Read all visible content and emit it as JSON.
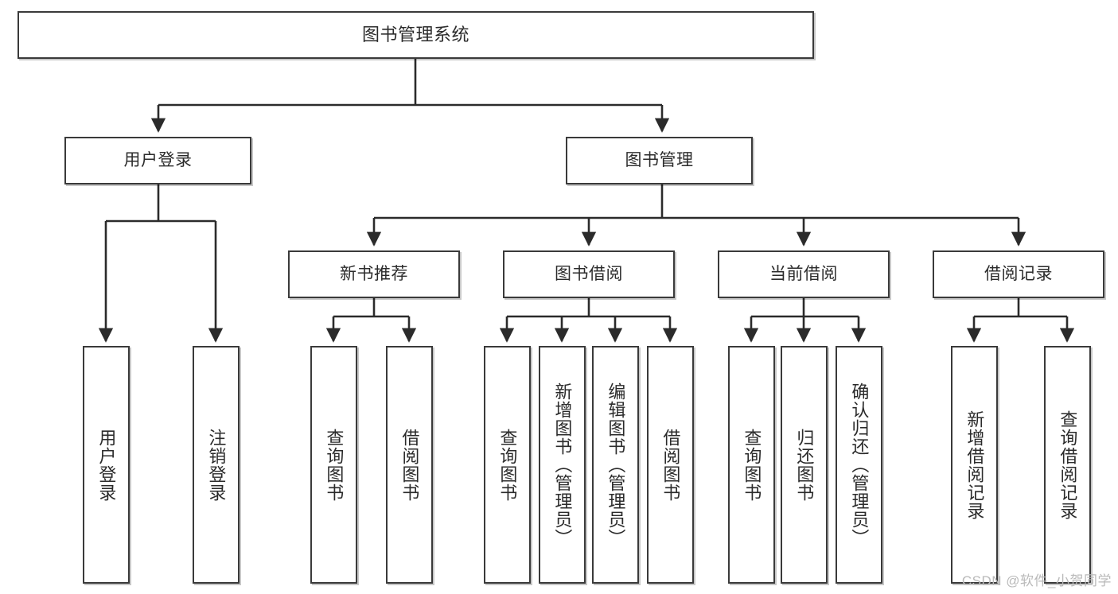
{
  "diagram": {
    "type": "tree",
    "title": "图书管理系统",
    "orientation": "top-down",
    "colors": {
      "box_border": "#3a3a3a",
      "box_fill": "#ffffff",
      "connector": "#2b2b2b",
      "text": "#2b2b2b",
      "watermark": "#b9b9b9"
    },
    "root": {
      "label": "图书管理系统"
    },
    "level2": [
      {
        "label": "用户登录"
      },
      {
        "label": "图书管理"
      }
    ],
    "level3": [
      {
        "label": "新书推荐"
      },
      {
        "label": "图书借阅"
      },
      {
        "label": "当前借阅"
      },
      {
        "label": "借阅记录"
      }
    ],
    "leaves": {
      "user_login": [
        {
          "label": "用户登录"
        },
        {
          "label": "注销登录"
        }
      ],
      "new_book_recommend": [
        {
          "label": "查询图书"
        },
        {
          "label": "借阅图书"
        }
      ],
      "book_borrow": [
        {
          "label": "查询图书"
        },
        {
          "label": "新增图书（管理员）"
        },
        {
          "label": "编辑图书（管理员）"
        },
        {
          "label": "借阅图书"
        }
      ],
      "current_borrow": [
        {
          "label": "查询图书"
        },
        {
          "label": "归还图书"
        },
        {
          "label": "确认归还（管理员）"
        }
      ],
      "borrow_record": [
        {
          "label": "新增借阅记录"
        },
        {
          "label": "查询借阅记录"
        }
      ]
    }
  },
  "watermark": {
    "text": "CSDN @软件_小贺同学"
  }
}
